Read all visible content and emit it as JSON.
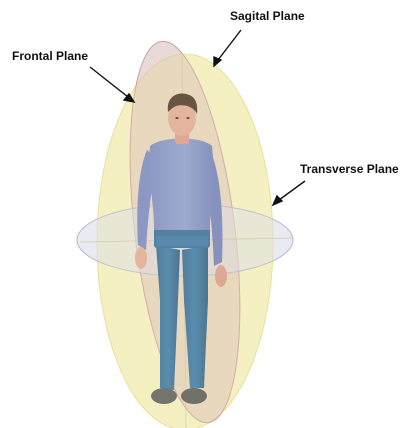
{
  "labels": {
    "sagittal": "Sagital Plane",
    "frontal": "Frontal Plane",
    "transverse": "Transverse Plane"
  },
  "colors": {
    "frontal_plane": "#f3efb8",
    "sagittal_plane": "#e3cfcf",
    "transverse_plane": "#dcdcec",
    "shirt": "#7f8fc8",
    "pants": "#2f6a9a",
    "skin": "#e1a895",
    "hair": "#4a3328",
    "shoes": "#555555"
  },
  "icons": {
    "figure": "human-figure-3d"
  }
}
